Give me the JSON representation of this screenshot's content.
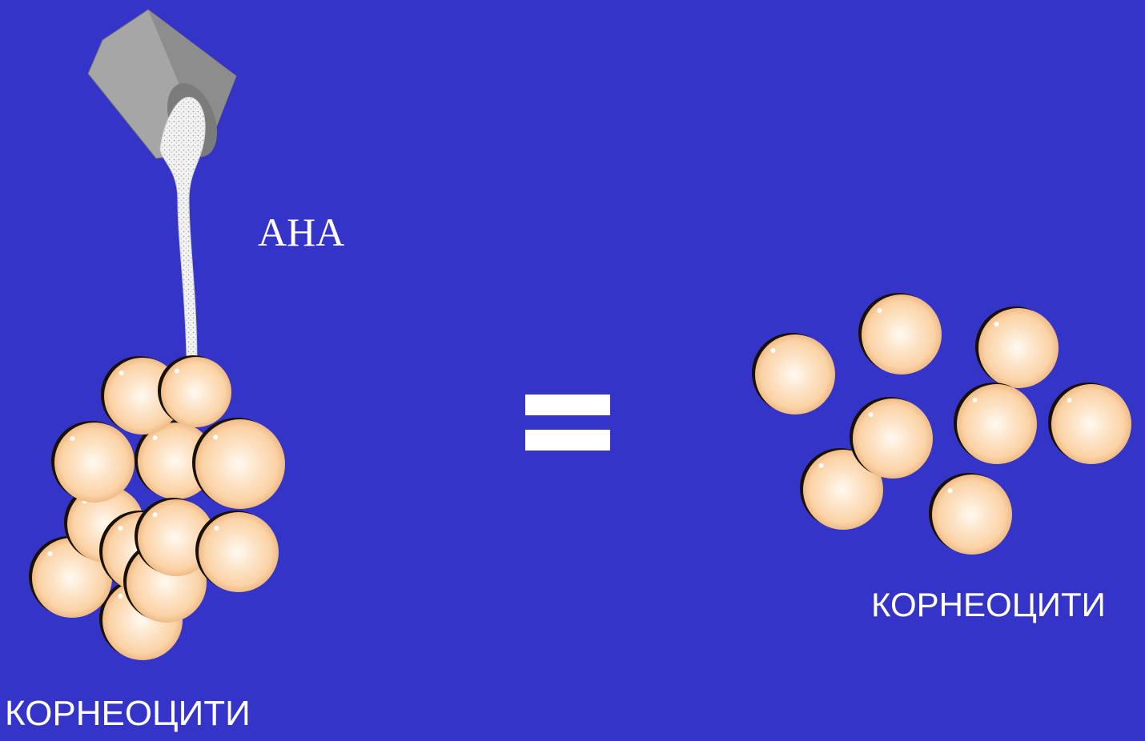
{
  "labels": {
    "substance": "AHA",
    "left_caption": "КОРНЕОЦИТИ",
    "right_caption": "КОРНЕОЦИТИ"
  },
  "colors": {
    "background": "#3434c8",
    "text": "#ffffff",
    "cell_light": "#fffaf2",
    "cell_mid": "#fbd3a6",
    "cell_edge": "#e8ad75",
    "cell_shadow": "#1a1000",
    "bucket": "#a6a6a6",
    "bucket_dark": "#7b7b7b",
    "stream": "#f2f2f2"
  },
  "icons": {
    "bucket": "pouring-bucket-icon",
    "stream": "aha-stream",
    "equals": "equals-sign",
    "cell": "corneocyte-sphere"
  }
}
